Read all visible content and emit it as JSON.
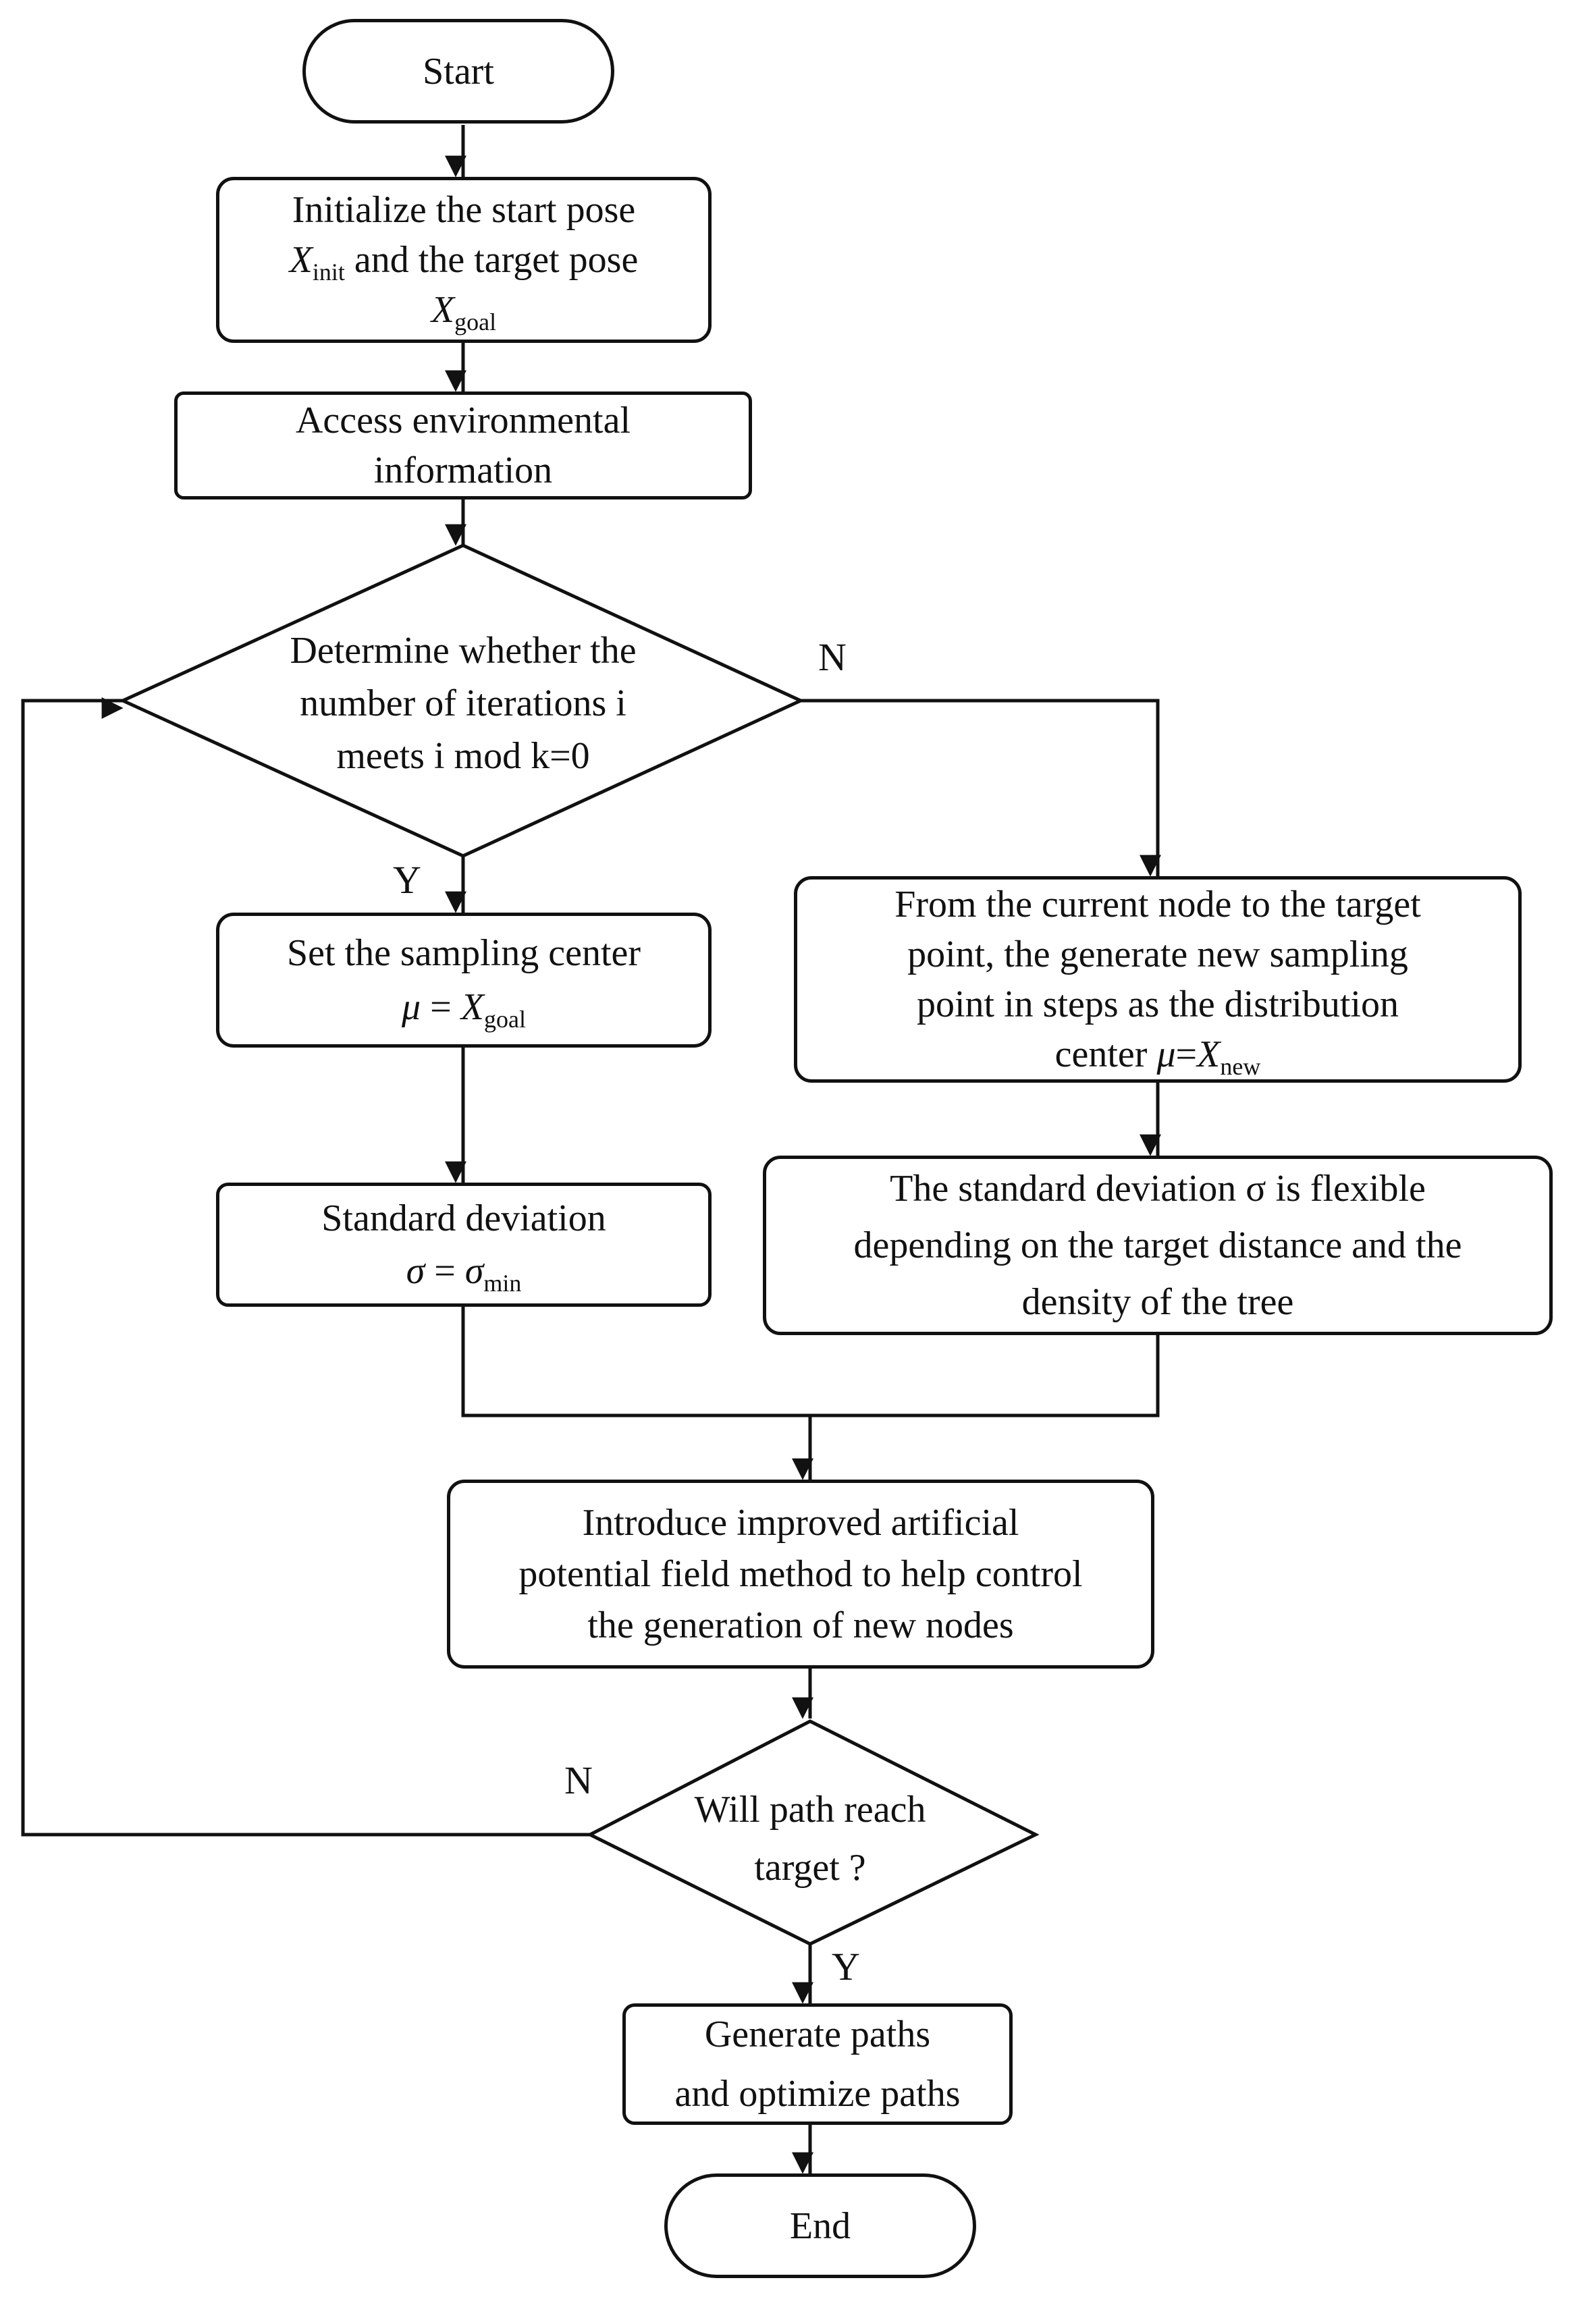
{
  "colors": {
    "stroke": "#111111",
    "fill": "#ffffff",
    "text": "#111111"
  },
  "nodes": {
    "start": "Start",
    "init": {
      "line1": "Initialize the start pose",
      "line2_var": "X",
      "line2_sub": "init",
      "line2_rest": " and the target pose",
      "line3_var": "X",
      "line3_sub": "goal"
    },
    "access": {
      "line1": "Access environmental",
      "line2": "information"
    },
    "decision1": {
      "line1": "Determine whether the",
      "line2": "number of iterations i",
      "line3": "meets i mod k=0"
    },
    "set_center": {
      "line1": "Set the sampling center",
      "line2_var": "μ",
      "line2_eq": " = ",
      "line2_var2": "X",
      "line2_sub": "goal"
    },
    "std_min": {
      "line1": "Standard deviation",
      "line2_var": "σ",
      "line2_eq": " = ",
      "line2_var2": "σ",
      "line2_sub": "min"
    },
    "from_current": {
      "line1": "From the current node to the target",
      "line2": "point, the generate new sampling",
      "line3": "point in steps as the distribution",
      "line4_pre": "center ",
      "line4_var": "μ",
      "line4_eq": "=",
      "line4_var2": "X",
      "line4_sub": "new"
    },
    "std_flexible": {
      "line1": "The standard deviation σ is flexible",
      "line2": "depending on the target distance and the",
      "line3": "density of the tree"
    },
    "apf": {
      "line1": "Introduce improved artificial",
      "line2": "potential field method to help control",
      "line3": "the generation of new nodes"
    },
    "decision2": {
      "line1": "Will path reach",
      "line2": "target ?"
    },
    "generate": {
      "line1": "Generate paths",
      "line2": "and optimize paths"
    },
    "end": "End"
  },
  "edge_labels": {
    "d1_no": "N",
    "d1_yes": "Y",
    "d2_no": "N",
    "d2_yes": "Y"
  }
}
